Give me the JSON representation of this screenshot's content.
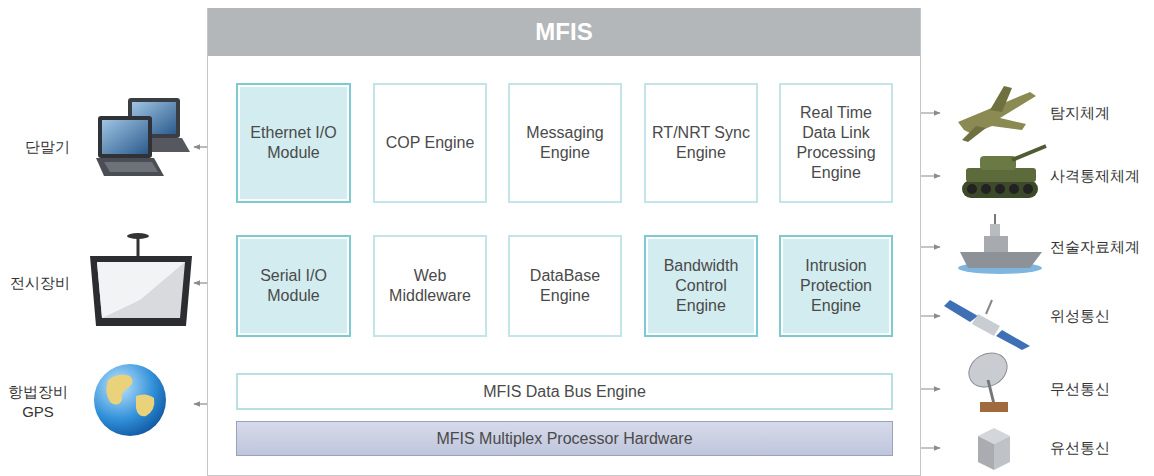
{
  "diagram": {
    "nodes": [
      {
        "text": [
          "MFIS"
        ]
      },
      {
        "text": [
          "Ethernet I/O Module"
        ],
        "in": 0
      },
      {
        "text": [
          "COP Engine"
        ],
        "in": 0
      },
      {
        "text": [
          "Messaging Engine"
        ],
        "in": 0
      },
      {
        "text": [
          "RT/NRT Sync Engine"
        ],
        "in": 0
      },
      {
        "text": [
          "Real Time Data Link Processing Engine"
        ],
        "in": 0
      },
      {
        "text": [
          "Serial I/O Module"
        ],
        "in": 0
      },
      {
        "text": [
          "Web Middleware"
        ],
        "in": 0
      },
      {
        "text": [
          "DataBase Engine"
        ],
        "in": 0
      },
      {
        "text": [
          "Bandwidth Control Engine"
        ],
        "in": 0
      },
      {
        "text": [
          "Intrusion Protection Engine"
        ],
        "in": 0
      },
      {
        "text": [
          "MFIS Data Bus Engine"
        ],
        "in": 0
      },
      {
        "text": [
          "MFIS Multiplex Processor Hardware"
        ],
        "in": 0
      }
    ],
    "edges": [
      {
        "from": 1,
        "to": 2,
        "arrow": "both"
      },
      {
        "from": 3,
        "to": 4,
        "arrow": "both"
      },
      {
        "from": 4,
        "to": 5,
        "arrow": "both"
      },
      {
        "from": 2,
        "to": 7,
        "arrow": "both"
      },
      {
        "from": 3,
        "to": 8,
        "arrow": "both"
      },
      {
        "from": 7,
        "to": 8,
        "arrow": "both"
      },
      {
        "from": 8,
        "to": 9,
        "arrow": "both"
      },
      {
        "from": 9,
        "to": 10,
        "arrow": "both"
      },
      {
        "from": 6,
        "to": 11,
        "arrow": "both"
      },
      {
        "from": 7,
        "to": 11,
        "arrow": "both"
      },
      {
        "from": 8,
        "to": 11,
        "arrow": "both"
      },
      {
        "from": 9,
        "to": 11,
        "arrow": "both"
      },
      {
        "from": 10,
        "to": 11,
        "arrow": "both"
      }
    ],
    "labels": [
      "단말기",
      "전시장비",
      "항법장비 GPS",
      "탐지체계",
      "사격통제체계",
      "전술자료체계",
      "위성통신",
      "무선통신",
      "유선통신"
    ]
  }
}
